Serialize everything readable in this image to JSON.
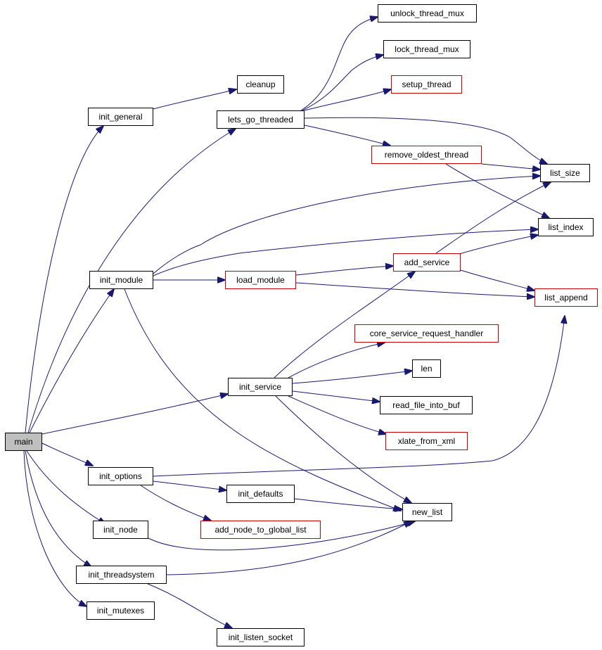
{
  "graph": {
    "root": "main",
    "colors": {
      "edge": "#191970",
      "node_border": "#000000",
      "node_border_external": "#cc0000",
      "root_fill": "#bfbfbf"
    },
    "nodes": {
      "main": "main",
      "init_general": "init_general",
      "cleanup": "cleanup",
      "lets_go_threaded": "lets_go_threaded",
      "unlock_thread_mux": "unlock_thread_mux",
      "lock_thread_mux": "lock_thread_mux",
      "setup_thread": "setup_thread",
      "remove_oldest_thread": "remove_oldest_thread",
      "list_size": "list_size",
      "list_index": "list_index",
      "init_module": "init_module",
      "load_module": "load_module",
      "add_service": "add_service",
      "list_append": "list_append",
      "core_service_request_handler": "core_service_request_handler",
      "len": "len",
      "init_service": "init_service",
      "read_file_into_buf": "read_file_into_buf",
      "xlate_from_xml": "xlate_from_xml",
      "init_options": "init_options",
      "init_defaults": "init_defaults",
      "new_list": "new_list",
      "add_node_to_global_list": "add_node_to_global_list",
      "init_node": "init_node",
      "init_threadsystem": "init_threadsystem",
      "init_mutexes": "init_mutexes",
      "init_listen_socket": "init_listen_socket"
    },
    "external_nodes": [
      "setup_thread",
      "remove_oldest_thread",
      "load_module",
      "add_service",
      "list_append",
      "core_service_request_handler",
      "xlate_from_xml",
      "add_node_to_global_list"
    ],
    "edges": [
      [
        "main",
        "init_general"
      ],
      [
        "main",
        "lets_go_threaded"
      ],
      [
        "main",
        "init_module"
      ],
      [
        "main",
        "init_service"
      ],
      [
        "main",
        "init_options"
      ],
      [
        "main",
        "init_node"
      ],
      [
        "main",
        "init_threadsystem"
      ],
      [
        "main",
        "init_mutexes"
      ],
      [
        "init_general",
        "cleanup"
      ],
      [
        "lets_go_threaded",
        "unlock_thread_mux"
      ],
      [
        "lets_go_threaded",
        "lock_thread_mux"
      ],
      [
        "lets_go_threaded",
        "setup_thread"
      ],
      [
        "lets_go_threaded",
        "list_size"
      ],
      [
        "lets_go_threaded",
        "remove_oldest_thread"
      ],
      [
        "remove_oldest_thread",
        "list_size"
      ],
      [
        "remove_oldest_thread",
        "list_index"
      ],
      [
        "init_module",
        "list_size"
      ],
      [
        "init_module",
        "list_index"
      ],
      [
        "init_module",
        "load_module"
      ],
      [
        "init_module",
        "new_list"
      ],
      [
        "load_module",
        "add_service"
      ],
      [
        "load_module",
        "list_append"
      ],
      [
        "add_service",
        "list_size"
      ],
      [
        "add_service",
        "list_index"
      ],
      [
        "add_service",
        "list_append"
      ],
      [
        "init_service",
        "add_service"
      ],
      [
        "init_service",
        "core_service_request_handler"
      ],
      [
        "init_service",
        "len"
      ],
      [
        "init_service",
        "read_file_into_buf"
      ],
      [
        "init_service",
        "xlate_from_xml"
      ],
      [
        "init_service",
        "new_list"
      ],
      [
        "init_options",
        "list_append"
      ],
      [
        "init_options",
        "init_defaults"
      ],
      [
        "init_options",
        "add_node_to_global_list"
      ],
      [
        "init_defaults",
        "new_list"
      ],
      [
        "init_node",
        "new_list"
      ],
      [
        "init_threadsystem",
        "new_list"
      ],
      [
        "init_threadsystem",
        "init_listen_socket"
      ]
    ]
  }
}
